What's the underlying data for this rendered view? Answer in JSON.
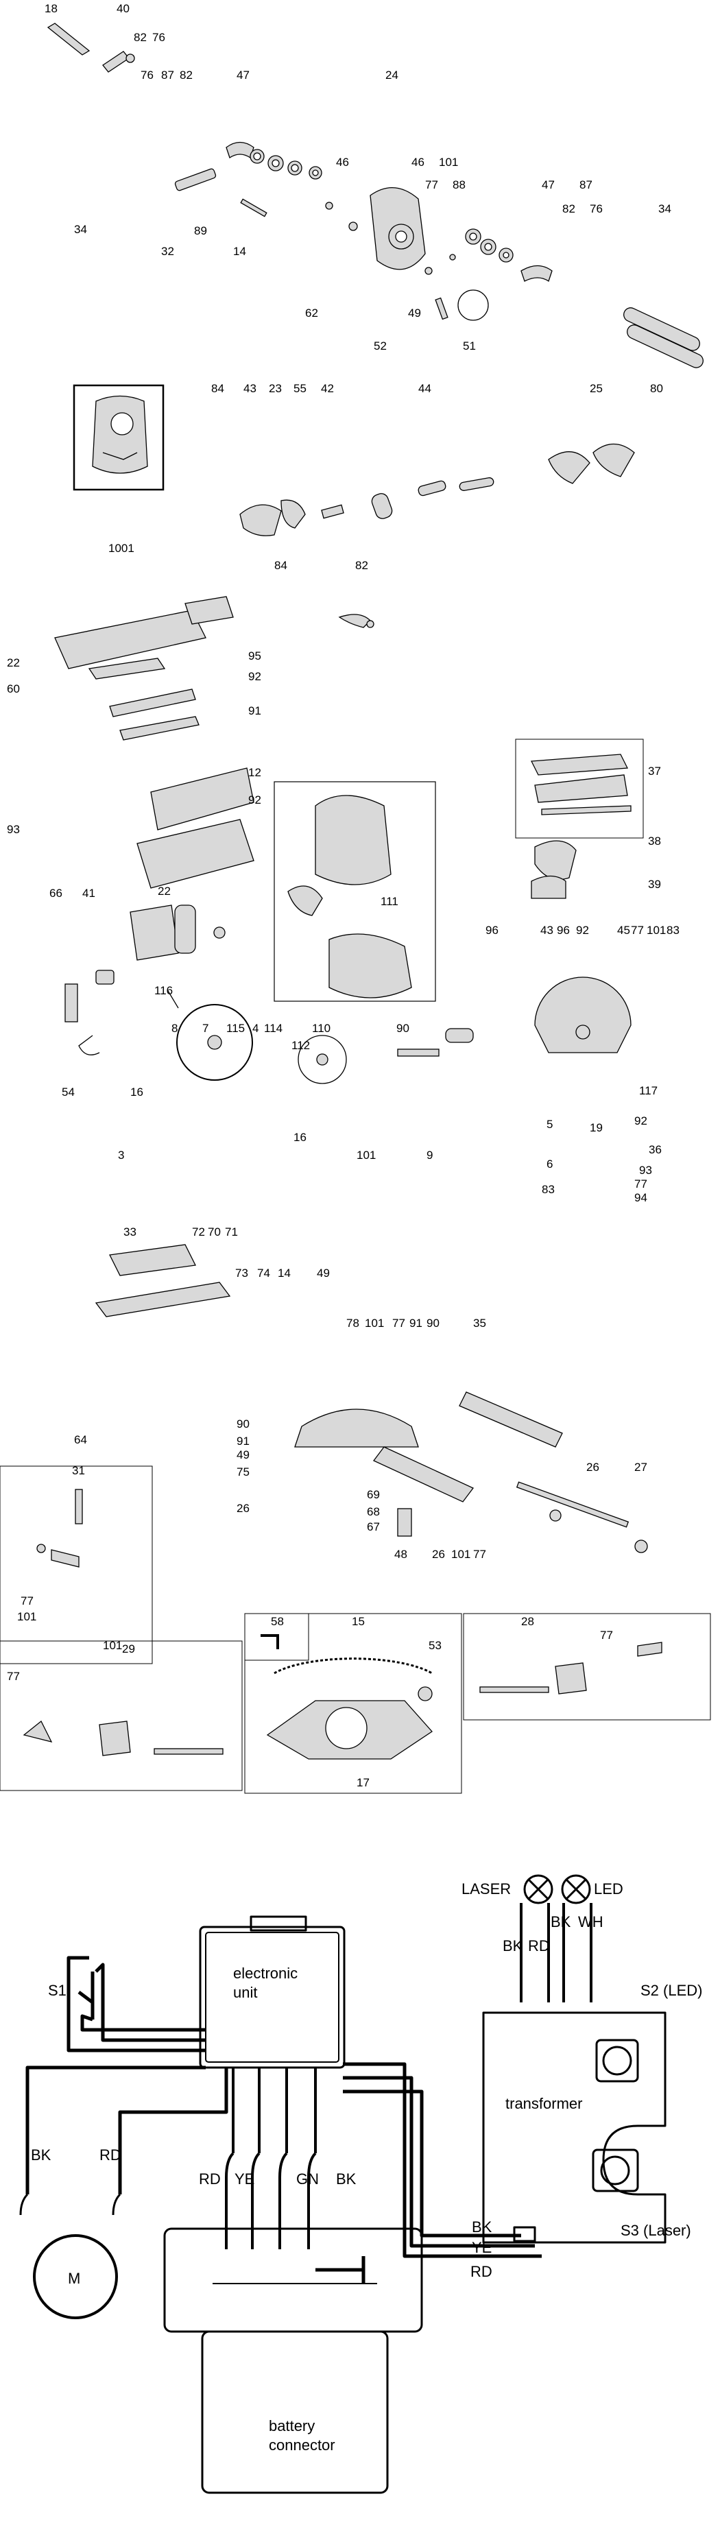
{
  "page": {
    "background": "#ffffff",
    "line_color": "#000000",
    "part_fill": "#d9d9d9"
  },
  "part_numbers": [
    {
      "id": "18",
      "text": "18"
    },
    {
      "id": "40",
      "text": "40"
    },
    {
      "id": "82a",
      "text": "82"
    },
    {
      "id": "76a",
      "text": "76"
    },
    {
      "id": "76b",
      "text": "76"
    },
    {
      "id": "87a",
      "text": "87"
    },
    {
      "id": "82b",
      "text": "82"
    },
    {
      "id": "47a",
      "text": "47"
    },
    {
      "id": "24",
      "text": "24"
    },
    {
      "id": "46a",
      "text": "46"
    },
    {
      "id": "46b",
      "text": "46"
    },
    {
      "id": "101a",
      "text": "101"
    },
    {
      "id": "77a",
      "text": "77"
    },
    {
      "id": "88",
      "text": "88"
    },
    {
      "id": "47b",
      "text": "47"
    },
    {
      "id": "87b",
      "text": "87"
    },
    {
      "id": "82c",
      "text": "82"
    },
    {
      "id": "76c",
      "text": "76"
    },
    {
      "id": "34a",
      "text": "34"
    },
    {
      "id": "34b",
      "text": "34"
    },
    {
      "id": "89",
      "text": "89"
    },
    {
      "id": "32",
      "text": "32"
    },
    {
      "id": "14a",
      "text": "14"
    },
    {
      "id": "62",
      "text": "62"
    },
    {
      "id": "49a",
      "text": "49"
    },
    {
      "id": "52",
      "text": "52"
    },
    {
      "id": "51",
      "text": "51"
    },
    {
      "id": "84a",
      "text": "84"
    },
    {
      "id": "43a",
      "text": "43"
    },
    {
      "id": "23",
      "text": "23"
    },
    {
      "id": "55",
      "text": "55"
    },
    {
      "id": "42",
      "text": "42"
    },
    {
      "id": "44",
      "text": "44"
    },
    {
      "id": "25",
      "text": "25"
    },
    {
      "id": "80",
      "text": "80"
    },
    {
      "id": "1001",
      "text": "1001"
    },
    {
      "id": "84b",
      "text": "84"
    },
    {
      "id": "82d",
      "text": "82"
    },
    {
      "id": "22a",
      "text": "22"
    },
    {
      "id": "60",
      "text": "60"
    },
    {
      "id": "95",
      "text": "95"
    },
    {
      "id": "92a",
      "text": "92"
    },
    {
      "id": "91a",
      "text": "91"
    },
    {
      "id": "93a",
      "text": "93"
    },
    {
      "id": "12",
      "text": "12"
    },
    {
      "id": "92b",
      "text": "92"
    },
    {
      "id": "22b",
      "text": "22"
    },
    {
      "id": "111",
      "text": "111"
    },
    {
      "id": "37",
      "text": "37"
    },
    {
      "id": "38",
      "text": "38"
    },
    {
      "id": "39",
      "text": "39"
    },
    {
      "id": "66",
      "text": "66"
    },
    {
      "id": "41",
      "text": "41"
    },
    {
      "id": "116",
      "text": "116"
    },
    {
      "id": "8",
      "text": "8"
    },
    {
      "id": "7",
      "text": "7"
    },
    {
      "id": "115",
      "text": "115"
    },
    {
      "id": "4",
      "text": "4"
    },
    {
      "id": "114",
      "text": "114"
    },
    {
      "id": "110",
      "text": "110"
    },
    {
      "id": "90a",
      "text": "90"
    },
    {
      "id": "112",
      "text": "112"
    },
    {
      "id": "96a",
      "text": "96"
    },
    {
      "id": "43b",
      "text": "43"
    },
    {
      "id": "96b",
      "text": "96"
    },
    {
      "id": "92c",
      "text": "92"
    },
    {
      "id": "45",
      "text": "45"
    },
    {
      "id": "77b",
      "text": "77"
    },
    {
      "id": "101b",
      "text": "101"
    },
    {
      "id": "83a",
      "text": "83"
    },
    {
      "id": "54",
      "text": "54"
    },
    {
      "id": "16a",
      "text": "16"
    },
    {
      "id": "3",
      "text": "3"
    },
    {
      "id": "16b",
      "text": "16"
    },
    {
      "id": "101c",
      "text": "101"
    },
    {
      "id": "9",
      "text": "9"
    },
    {
      "id": "117",
      "text": "117"
    },
    {
      "id": "19",
      "text": "19"
    },
    {
      "id": "5",
      "text": "5"
    },
    {
      "id": "92d",
      "text": "92"
    },
    {
      "id": "36",
      "text": "36"
    },
    {
      "id": "6",
      "text": "6"
    },
    {
      "id": "93b",
      "text": "93"
    },
    {
      "id": "83b",
      "text": "83"
    },
    {
      "id": "77c",
      "text": "77"
    },
    {
      "id": "94",
      "text": "94"
    },
    {
      "id": "33",
      "text": "33"
    },
    {
      "id": "72",
      "text": "72"
    },
    {
      "id": "70",
      "text": "70"
    },
    {
      "id": "71",
      "text": "71"
    },
    {
      "id": "64",
      "text": "64"
    },
    {
      "id": "73",
      "text": "73"
    },
    {
      "id": "74",
      "text": "74"
    },
    {
      "id": "14b",
      "text": "14"
    },
    {
      "id": "49b",
      "text": "49"
    },
    {
      "id": "78",
      "text": "78"
    },
    {
      "id": "101d",
      "text": "101"
    },
    {
      "id": "77d",
      "text": "77"
    },
    {
      "id": "91b",
      "text": "91"
    },
    {
      "id": "90b",
      "text": "90"
    },
    {
      "id": "35",
      "text": "35"
    },
    {
      "id": "90c",
      "text": "90"
    },
    {
      "id": "91c",
      "text": "91"
    },
    {
      "id": "49c",
      "text": "49"
    },
    {
      "id": "75",
      "text": "75"
    },
    {
      "id": "26a",
      "text": "26"
    },
    {
      "id": "69",
      "text": "69"
    },
    {
      "id": "68",
      "text": "68"
    },
    {
      "id": "67",
      "text": "67"
    },
    {
      "id": "48",
      "text": "48"
    },
    {
      "id": "26b",
      "text": "26"
    },
    {
      "id": "101e",
      "text": "101"
    },
    {
      "id": "77e",
      "text": "77"
    },
    {
      "id": "26c",
      "text": "26"
    },
    {
      "id": "27",
      "text": "27"
    },
    {
      "id": "31",
      "text": "31"
    },
    {
      "id": "77f",
      "text": "77"
    },
    {
      "id": "101f",
      "text": "101"
    },
    {
      "id": "101g",
      "text": "101"
    },
    {
      "id": "58",
      "text": "58"
    },
    {
      "id": "15",
      "text": "15"
    },
    {
      "id": "53",
      "text": "53"
    },
    {
      "id": "28",
      "text": "28"
    },
    {
      "id": "77g",
      "text": "77"
    },
    {
      "id": "29",
      "text": "29"
    },
    {
      "id": "77h",
      "text": "77"
    },
    {
      "id": "17",
      "text": "17"
    }
  ],
  "wiring": {
    "electronic_unit": "electronic\nunit",
    "switch_s1": "S1",
    "laser": "LASER",
    "led": "LED",
    "lamp_wires": [
      "BK",
      "RD",
      "BK",
      "WH"
    ],
    "transformer": "transformer",
    "s2": "S2 (LED)",
    "s3": "S3 (Laser)",
    "motor_wires": [
      "BK",
      "RD"
    ],
    "motor": "M",
    "battery_wires": [
      "RD",
      "YE",
      "GN",
      "BK"
    ],
    "battery_connector": "battery\nconnector",
    "transformer_wires": [
      "BK",
      "YE",
      "RD"
    ]
  }
}
